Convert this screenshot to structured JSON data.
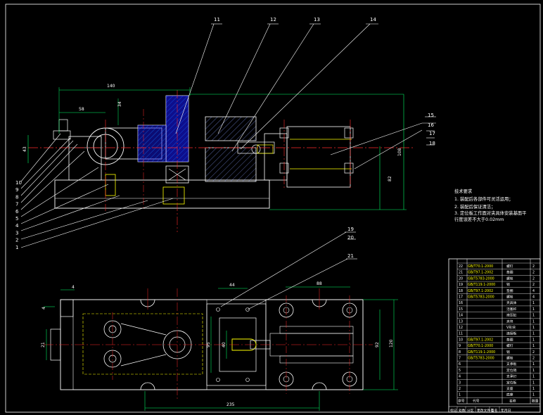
{
  "colors": {
    "background": "#000000",
    "outline": "#ffffff",
    "centerline": "#ff2a2a",
    "hidden": "#ffff00",
    "dimension": "#00ff66",
    "hatch": "#00c0ff",
    "section_fill": "#1a1aff",
    "leader": "#ffffff",
    "part_fill": "#ffff00"
  },
  "balloons_top": [
    "11",
    "12",
    "13",
    "14"
  ],
  "balloons_right": [
    "15",
    "16",
    "17",
    "18"
  ],
  "balloons_left": [
    "10",
    "9",
    "8",
    "7",
    "6",
    "5",
    "4",
    "3",
    "2",
    "1"
  ],
  "balloons_plan": [
    "19",
    "20",
    "21"
  ],
  "dims_front": {
    "d1": "140",
    "d2": "58",
    "d3": "34",
    "d4": "43",
    "d5": "82",
    "d6": "108"
  },
  "dims_plan": {
    "d1": "44",
    "d2": "88",
    "d3": "4",
    "d4": "4",
    "d5": "21",
    "d6": "95",
    "d7": "40",
    "d8": "92",
    "d9": "120",
    "d10": "235"
  },
  "notes": {
    "title": "技术要求",
    "line1": "1. 装配后各部件可灵活运用；",
    "line2": "2. 装配后保证清洁；",
    "line3": "3. 定位板工作面对夹具体安装基面平",
    "line4": "行度误差不大于0.02mm"
  },
  "bom": {
    "rows": [
      {
        "no": "22",
        "code": "GB/T70.1-2000",
        "name": "螺钉",
        "qty": "2"
      },
      {
        "no": "21",
        "code": "GB/T97.1-2002",
        "name": "垫圈",
        "qty": "2"
      },
      {
        "no": "20",
        "code": "GB/T5783-2000",
        "name": "螺栓",
        "qty": "2"
      },
      {
        "no": "19",
        "code": "GB/T119.1-2000",
        "name": "销",
        "qty": "2"
      },
      {
        "no": "18",
        "code": "GB/T97.1-2002",
        "name": "垫圈",
        "qty": "4"
      },
      {
        "no": "17",
        "code": "GB/T5783-2000",
        "name": "螺栓",
        "qty": "4"
      },
      {
        "no": "16",
        "code": "",
        "name": "夹具体",
        "qty": "1"
      },
      {
        "no": "15",
        "code": "",
        "name": "活塞杆",
        "qty": "1"
      },
      {
        "no": "14",
        "code": "",
        "name": "液压缸",
        "qty": "1"
      },
      {
        "no": "13",
        "code": "",
        "name": "夹块",
        "qty": "1"
      },
      {
        "no": "12",
        "code": "",
        "name": "V形块",
        "qty": "1"
      },
      {
        "no": "11",
        "code": "",
        "name": "连接板",
        "qty": "1"
      },
      {
        "no": "10",
        "code": "GB/T97.1-2002",
        "name": "垫圈",
        "qty": "1"
      },
      {
        "no": "9",
        "code": "GB/T70.1-2000",
        "name": "螺钉",
        "qty": "1"
      },
      {
        "no": "8",
        "code": "GB/T119.1-2000",
        "name": "销",
        "qty": "2"
      },
      {
        "no": "7",
        "code": "GB/T5783-2000",
        "name": "螺栓",
        "qty": "2"
      },
      {
        "no": "6",
        "code": "",
        "name": "支承板",
        "qty": "1"
      },
      {
        "no": "5",
        "code": "",
        "name": "定位销",
        "qty": "1"
      },
      {
        "no": "4",
        "code": "",
        "name": "支承钉",
        "qty": "1"
      },
      {
        "no": "3",
        "code": "",
        "name": "定位板",
        "qty": "1"
      },
      {
        "no": "2",
        "code": "",
        "name": "支座",
        "qty": "1"
      },
      {
        "no": "1",
        "code": "",
        "name": "底座",
        "qty": "1"
      }
    ],
    "header": {
      "no": "序号",
      "code": "代号",
      "name": "名称",
      "qty": "数量"
    },
    "footer": [
      "标记",
      "处数",
      "分区",
      "更改文件号",
      "签名",
      "年月日"
    ]
  }
}
